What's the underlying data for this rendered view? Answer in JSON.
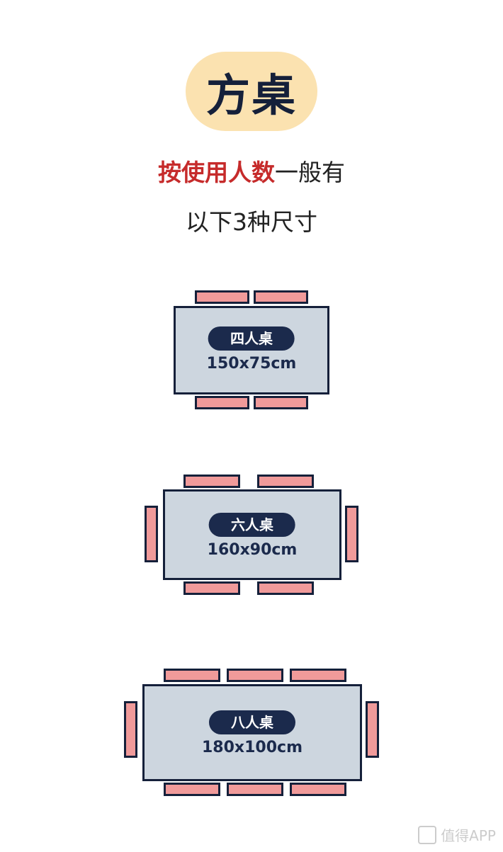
{
  "header": {
    "title": "方桌"
  },
  "intro": {
    "line1_highlight": "按使用人数",
    "line1_rest": "一般有",
    "line2": "以下3种尺寸"
  },
  "tables": [
    {
      "name": "四人桌",
      "size": "150x75cm"
    },
    {
      "name": "六人桌",
      "size": "160x90cm"
    },
    {
      "name": "八人桌",
      "size": "180x100cm"
    }
  ],
  "watermark": {
    "text": "值得APP"
  },
  "colors": {
    "title_bg": "#fbe2b0",
    "highlight": "#c62b2b",
    "table": "#cdd6df",
    "chair": "#f09a9a",
    "outline": "#15203a"
  }
}
